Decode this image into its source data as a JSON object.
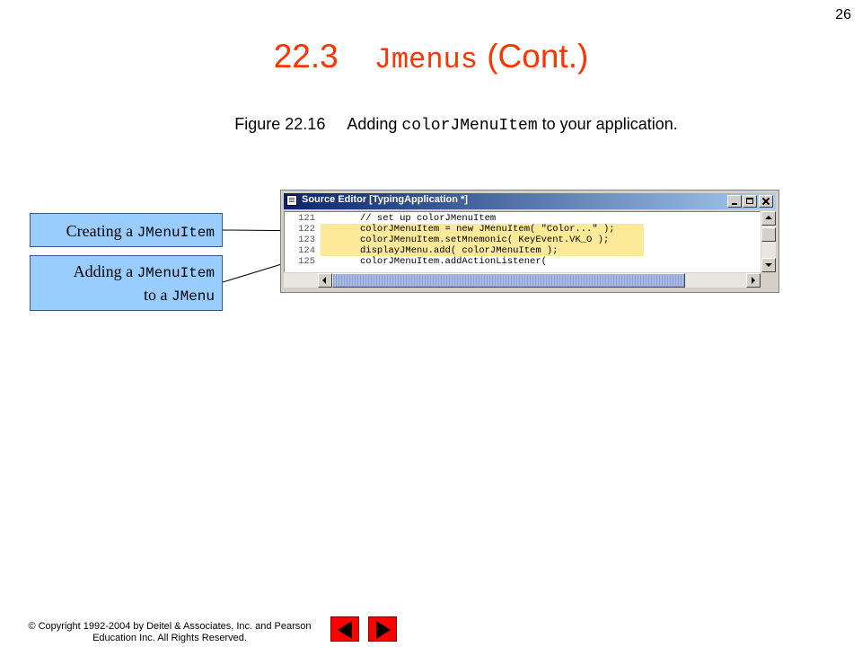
{
  "page_number": "26",
  "title": {
    "number": "22.3",
    "code": "Jmenus",
    "suffix": " (Cont.)"
  },
  "caption": {
    "figure": "Figure 22.16",
    "prefix": "Adding ",
    "code": "colorJMenuItem",
    "suffix": " to your application."
  },
  "callouts": [
    {
      "text": "Creating a ",
      "code": "JMenuItem"
    },
    {
      "line1_text": "Adding a ",
      "line1_code": "JMenuItem",
      "line2_text": "to a ",
      "line2_code": "JMenu"
    }
  ],
  "window": {
    "title": "Source Editor [TypingApplication *]",
    "highlight_color": "#fde99a",
    "lines": [
      {
        "num": "121",
        "code": "// set up colorJMenuItem",
        "highlighted": false
      },
      {
        "num": "122",
        "code": "colorJMenuItem = new JMenuItem( \"Color...\" );",
        "highlighted": true
      },
      {
        "num": "123",
        "code": "colorJMenuItem.setMnemonic( KeyEvent.VK_O );",
        "highlighted": true
      },
      {
        "num": "124",
        "code": "displayJMenu.add( colorJMenuItem );",
        "highlighted": true
      },
      {
        "num": "125",
        "code": "colorJMenuItem.addActionListener(",
        "highlighted": false
      }
    ]
  },
  "footer": {
    "copyright_line1": "© Copyright 1992-2004 by Deitel & Associates, Inc. and Pearson",
    "copyright_line2": "Education Inc. All Rights Reserved."
  },
  "nav": {
    "prev_icon": "left-arrow-icon",
    "next_icon": "right-arrow-icon",
    "color": "#ff0000"
  },
  "colors": {
    "title": "#ff3300",
    "callout_bg": "#99ccff"
  }
}
